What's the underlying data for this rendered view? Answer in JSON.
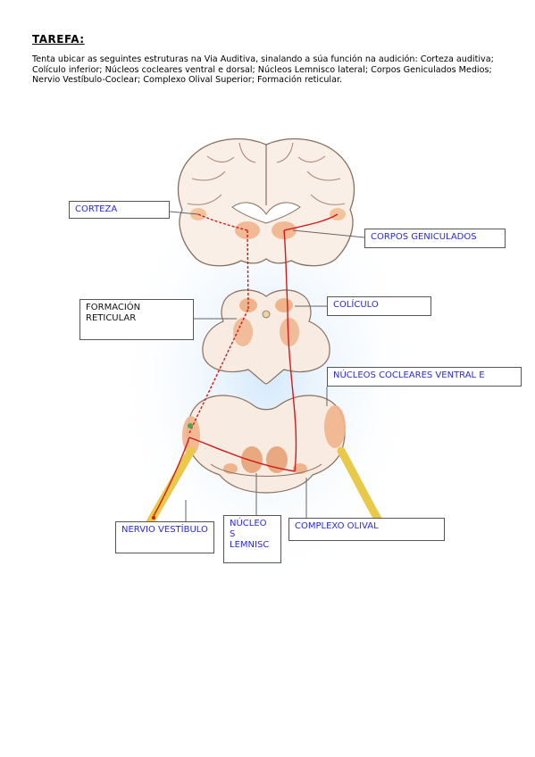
{
  "document": {
    "title": "TAREFA:",
    "instructions": "Tenta ubicar as seguintes estruturas na Via Auditiva, sinalando a súa función na audición: Corteza auditiva; Colículo inferior; Núcleos cocleares ventral e dorsal; Núcleos Lemnisco lateral; Corpos Geniculados Medios; Nervio Vestíbulo-Coclear; Complexo Olival Superior; Formación reticular."
  },
  "labels": {
    "corteza": "CORTEZA",
    "corpos_geniculados": "CORPOS GENICULADOS",
    "formacion_reticular": "FORMACIÓN RETICULAR",
    "coliculo": "COLÍCULO",
    "nucleos_cocleares": "NÚCLEOS COCLEARES VENTRAL E",
    "nervio": "NERVIO VESTÍBULO",
    "nucleos_lemnisco": "NÚCLEO S LEMNISC",
    "complexo_olival": "COMPLEXO OLIVAL"
  },
  "colors": {
    "answer_text": "#2b2bd0",
    "pathway": "#d11a1a",
    "tissue": "#f7ebe2",
    "nuclei": "#f0b48c",
    "background_glow": "#d9ecfb"
  }
}
